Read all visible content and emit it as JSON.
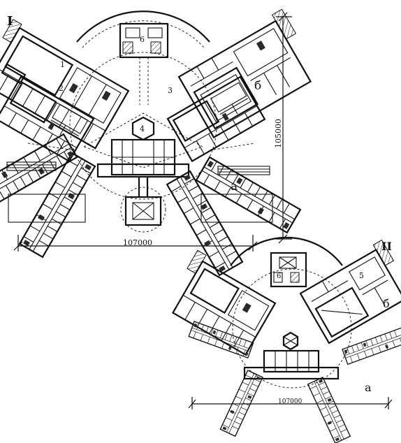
{
  "plan_I": {
    "roman": "I",
    "rooms": {
      "r1": "1",
      "r2": "2",
      "r3": "3",
      "r4": "4",
      "r6": "6"
    },
    "wing_a": "а",
    "wing_b": "б",
    "dim_width": "107000",
    "dim_height": "105000"
  },
  "plan_II": {
    "roman": "II",
    "rooms": {
      "r5": "5",
      "r6": "6"
    },
    "wing_a": "а",
    "wing_b": "б",
    "dim_width": "107000"
  }
}
